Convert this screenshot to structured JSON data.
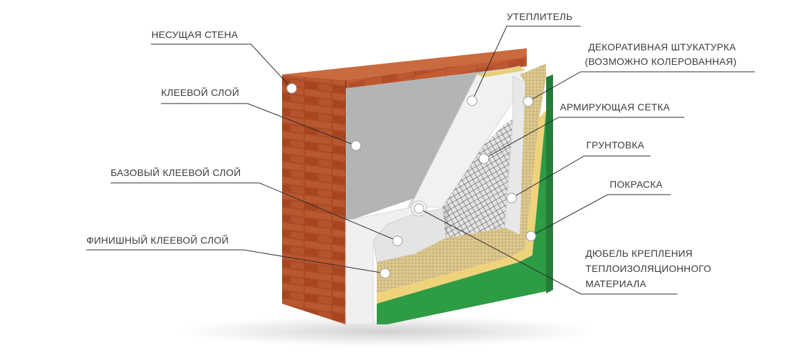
{
  "labels": {
    "load_bearing_wall": "НЕСУЩАЯ СТЕНА",
    "glue_layer": "КЛЕЕВОЙ СЛОЙ",
    "base_glue_layer": "БАЗОВЫЙ КЛЕЕВОЙ СЛОЙ",
    "finish_glue_layer": "ФИНИШНЫЙ КЛЕЕВОЙ СЛОЙ",
    "insulation": "УТЕПЛИТЕЛЬ",
    "decorative_plaster_line1": "ДЕКОРАТИВНАЯ ШТУКАТУРКА",
    "decorative_plaster_line2": "(ВОЗМОЖНО КОЛЕРОВАННАЯ)",
    "reinforcing_mesh": "АРМИРУЮЩАЯ СЕТКА",
    "primer": "ГРУНТОВКА",
    "paint": "ПОКРАСКА",
    "dowel_line1": "ДЮБЕЛЬ КРЕПЛЕНИЯ",
    "dowel_line2": "ТЕПЛОИЗОЛЯЦИОННОГО",
    "dowel_line3": "МАТЕРИАЛА"
  },
  "colors": {
    "brick": "#b8532e",
    "brick_dark": "#8e3a1d",
    "mortar": "#d9c2b0",
    "glue_gray": "#b9bbbd",
    "insulation": "#eeeeee",
    "plaster": "#d9c48e",
    "primer_yellow": "#efd37a",
    "paint_green": "#2e9b45",
    "line": "#2b2b2b",
    "marker": "#ffffff"
  }
}
